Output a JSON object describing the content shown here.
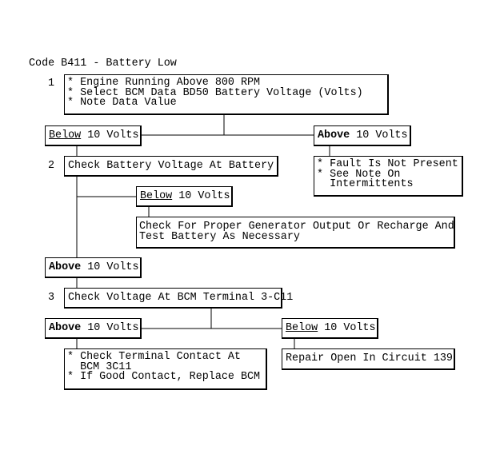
{
  "title": "Code B411 - Battery Low",
  "steps": {
    "s1": {
      "number": "1",
      "lines": [
        "* Engine Running Above 800 RPM",
        "* Select BCM Data BD50 Battery Voltage (Volts)",
        "* Note Data Value"
      ]
    },
    "s2": {
      "number": "2",
      "text": "Check Battery Voltage At Battery"
    },
    "s3": {
      "number": "3",
      "text": "Check Voltage At BCM Terminal 3-C11"
    }
  },
  "branches": {
    "s1_below": {
      "word": "Below",
      "rest": " 10 Volts"
    },
    "s1_above": {
      "word": "Above",
      "rest": " 10 Volts"
    },
    "s2_below": {
      "word": "Below",
      "rest": " 10 Volts"
    },
    "s2_above": {
      "word": "Above",
      "rest": " 10 Volts"
    },
    "s3_above": {
      "word": "Above",
      "rest": " 10 Volts"
    },
    "s3_below": {
      "word": "Below",
      "rest": " 10 Volts"
    }
  },
  "results": {
    "fault_not_present": [
      "* Fault Is Not Present",
      "* See Note On",
      "  Intermittents"
    ],
    "generator": [
      "Check For Proper Generator Output Or Recharge And",
      "Test Battery As Necessary"
    ],
    "terminal": [
      "* Check Terminal Contact At",
      "  BCM 3C11",
      "* If Good Contact, Replace BCM"
    ],
    "repair": "Repair Open In Circuit 139"
  }
}
